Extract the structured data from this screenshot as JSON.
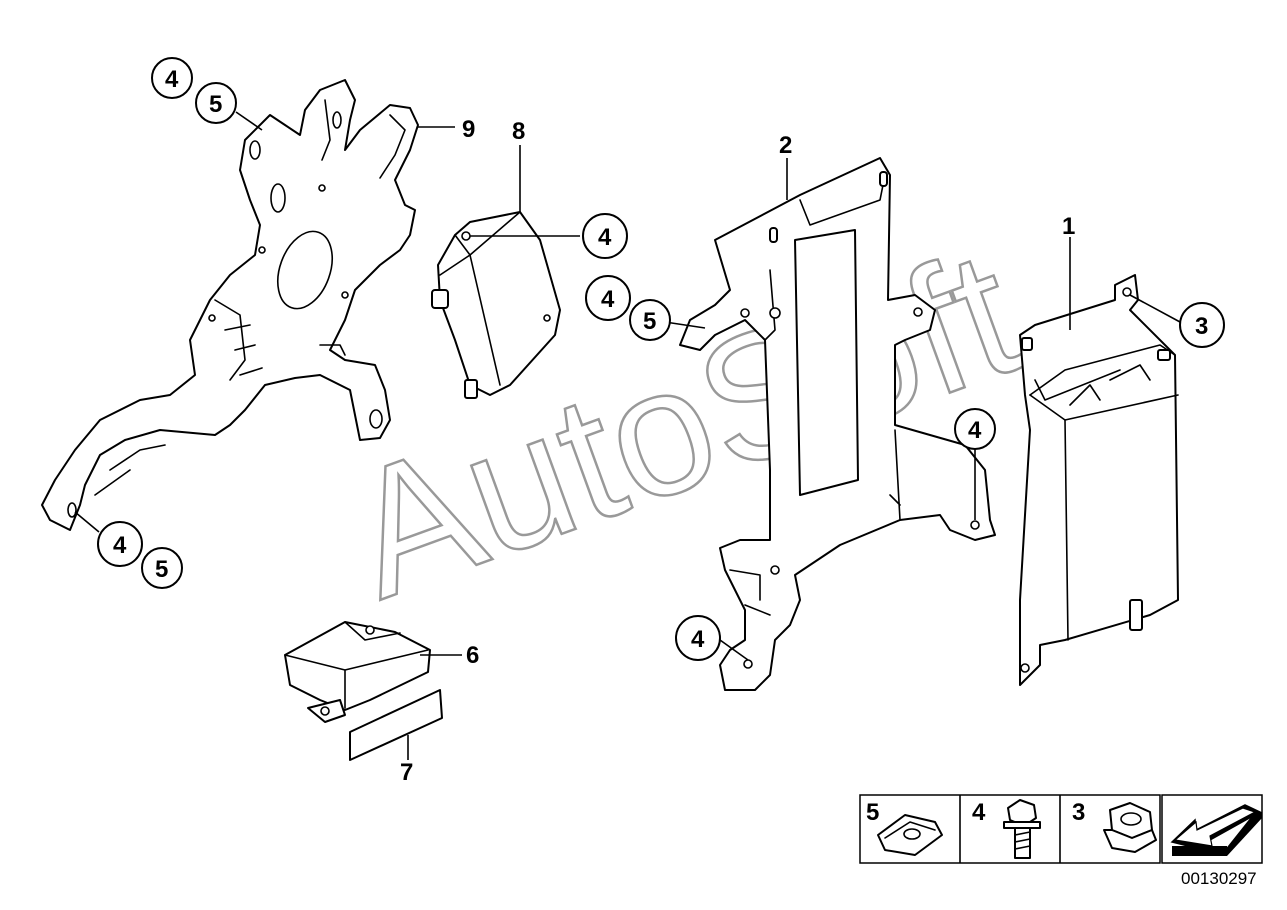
{
  "watermark": "AutoSoft",
  "part_labels": [
    "1",
    "2",
    "3",
    "4",
    "5",
    "6",
    "7",
    "8",
    "9"
  ],
  "callouts": {
    "c_4": "4",
    "c_5": "5",
    "c_3": "3"
  },
  "legend": {
    "items": [
      {
        "number": "5",
        "icon": "spring-nut-icon"
      },
      {
        "number": "4",
        "icon": "bolt-icon"
      },
      {
        "number": "3",
        "icon": "hex-nut-icon"
      },
      {
        "number": "",
        "icon": "arrow-icon"
      }
    ]
  },
  "document_number": "00130297"
}
